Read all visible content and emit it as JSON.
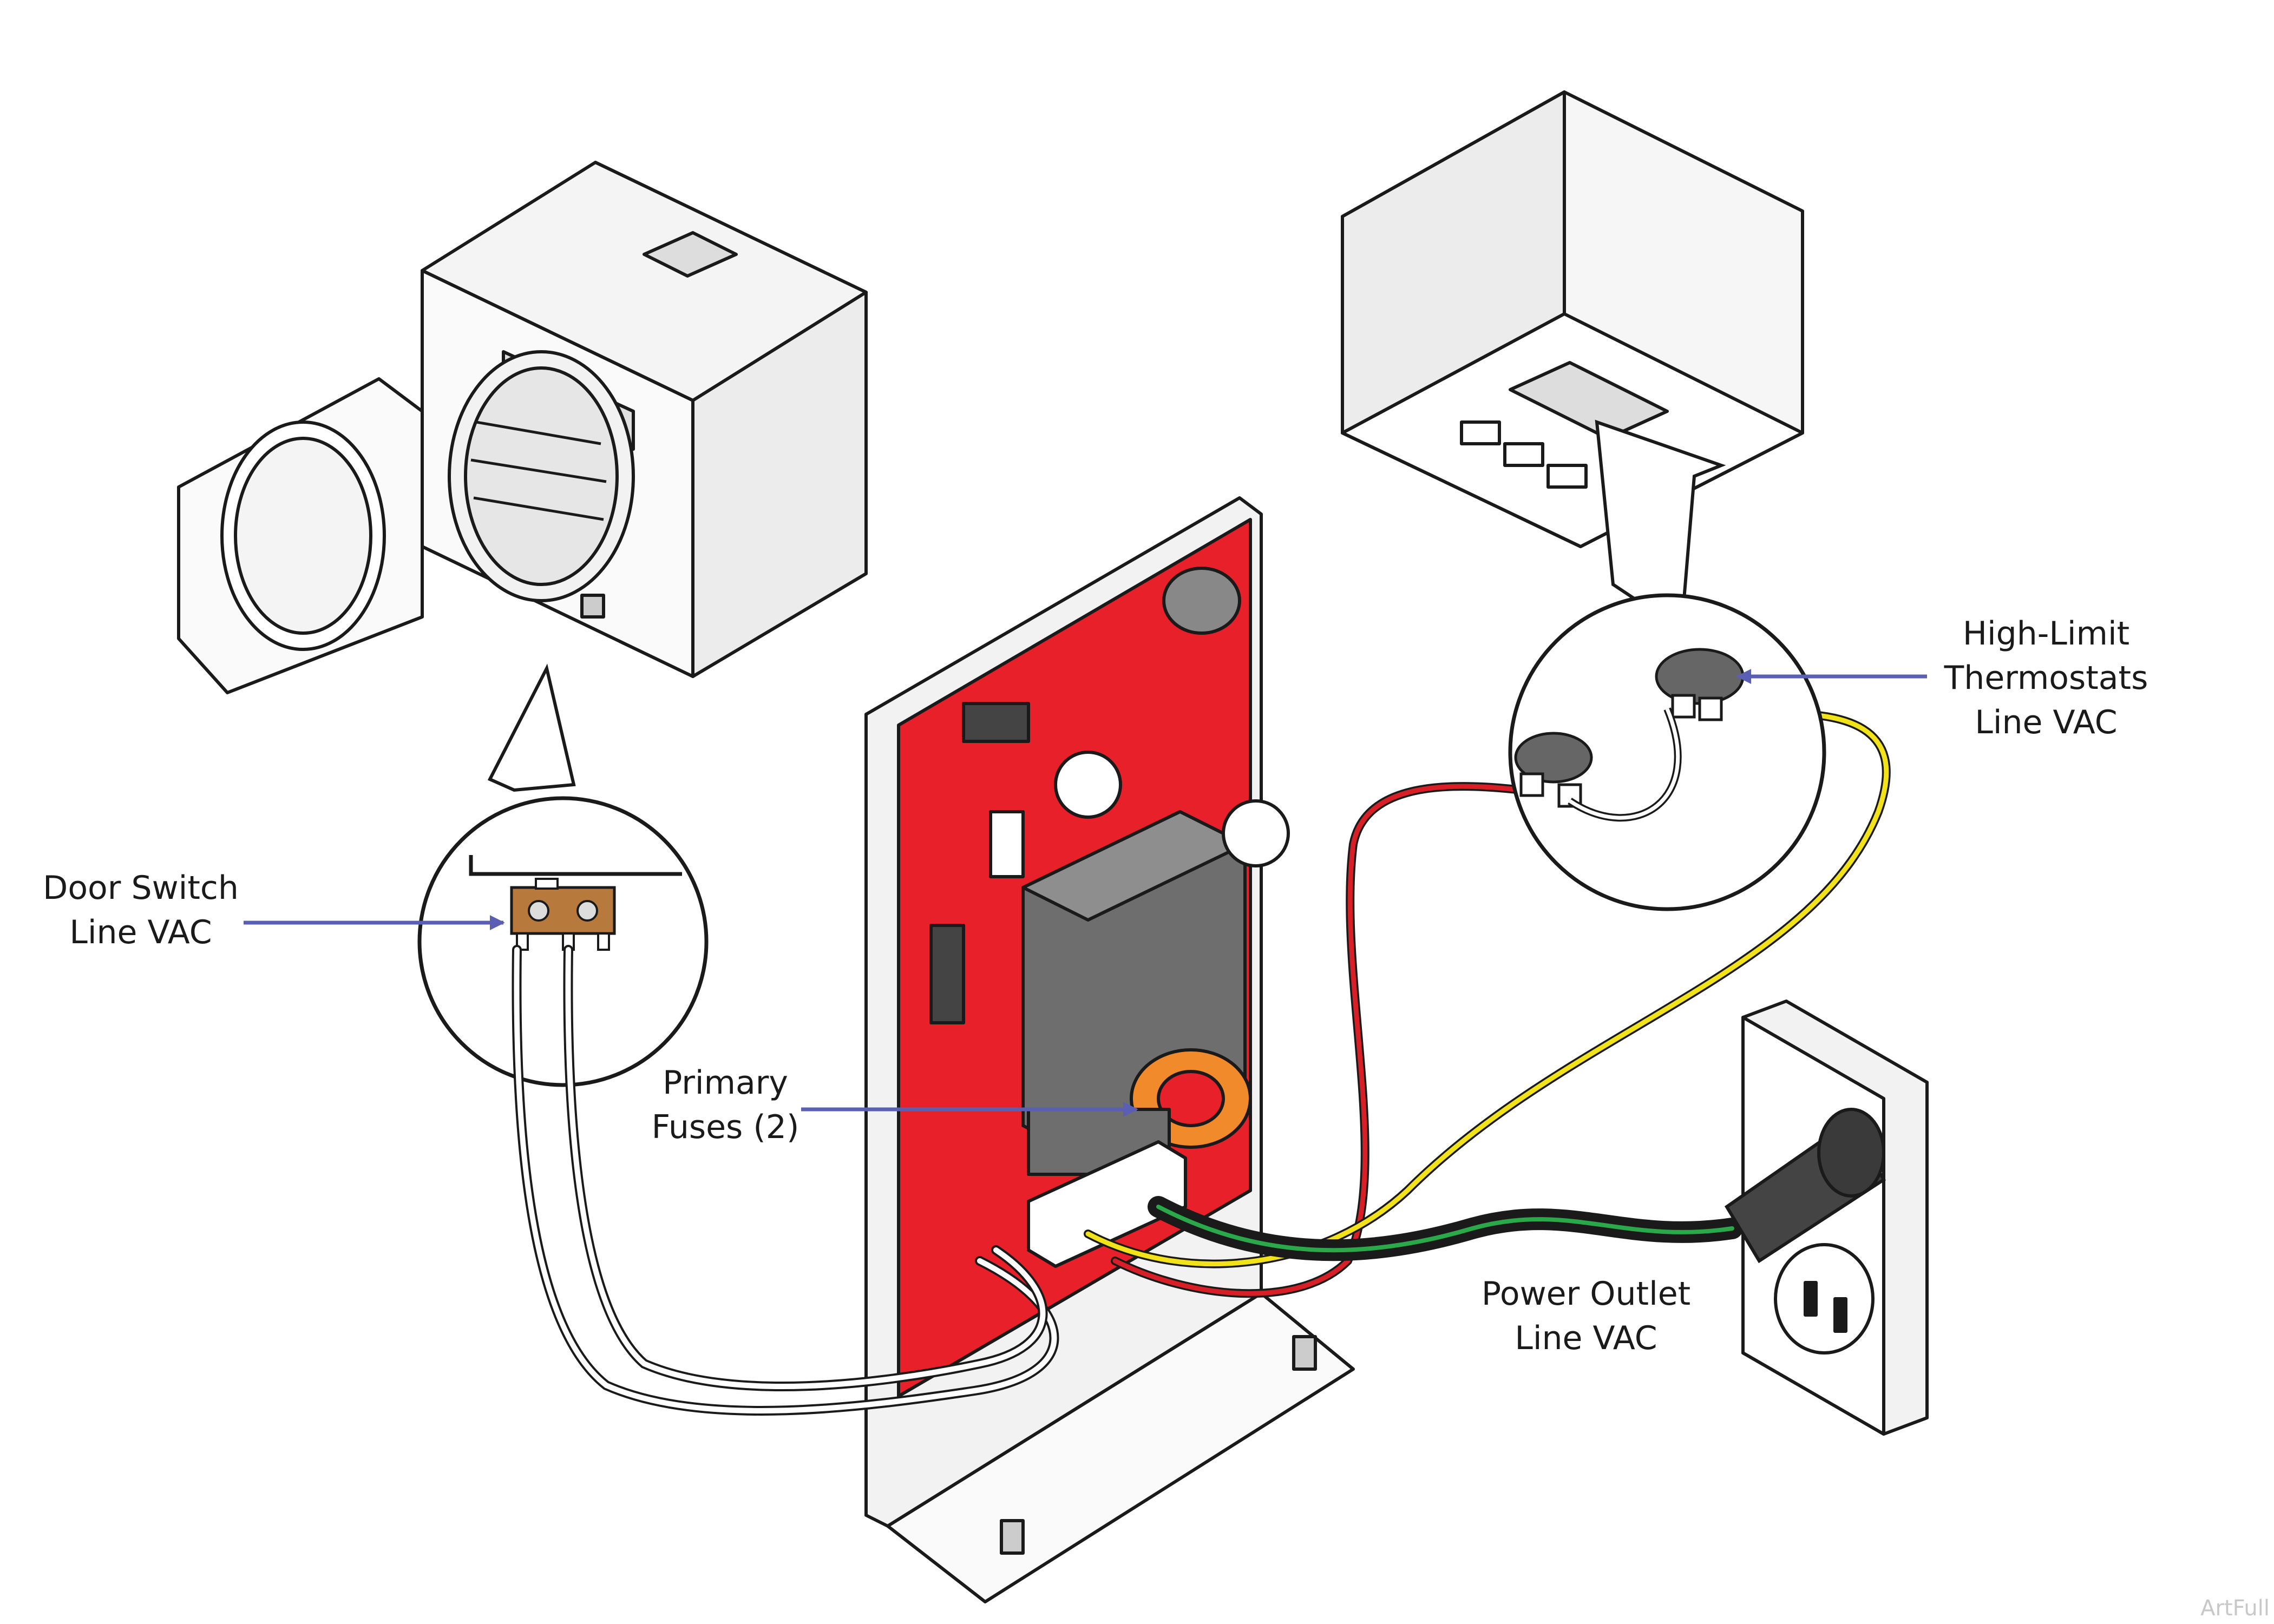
{
  "callouts": {
    "door_switch": [
      "Door Switch",
      "Line VAC"
    ],
    "primary_fuses": [
      "Primary",
      "Fuses (2)"
    ],
    "thermostats": [
      "High-Limit",
      "Thermostats",
      "Line VAC"
    ],
    "power_outlet": [
      "Power Outlet",
      "Line VAC"
    ]
  },
  "watermark": "ArtFull",
  "colors": {
    "board": "#e8202a",
    "wire_red": "#d61f26",
    "wire_yellow": "#f2e21a",
    "wire_green": "#2aa84a",
    "arrow": "#5b5fb4",
    "door_switch_body": "#b87a3c",
    "thermostat_ring": "#f08a2a"
  },
  "icons": [
    "sterilizer-unit-open-door-icon",
    "sterilizer-unit-bottom-view-icon",
    "control-board-icon",
    "wall-outlet-icon",
    "plug-icon",
    "door-switch-icon",
    "thermostat-icon"
  ]
}
